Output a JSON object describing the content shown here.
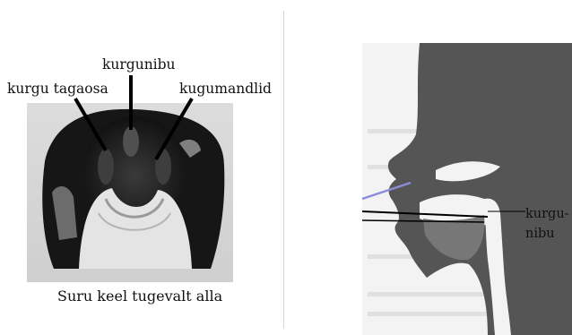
{
  "left_figure": {
    "labels": {
      "kurgunibu": "kurgunibu",
      "kurgu_tagaosa": "kurgu tagaosa",
      "kugumandlid": "kugumandlid"
    },
    "caption": "Suru keel tugevalt alla"
  },
  "right_figure": {
    "label_line1": "kurgu-",
    "label_line2": "nibu"
  },
  "colors": {
    "photo_dark": "#1e1e1e",
    "photo_mid": "#6e6e6e",
    "head_silhouette": "#555555",
    "probe": "#8c8cd8"
  }
}
